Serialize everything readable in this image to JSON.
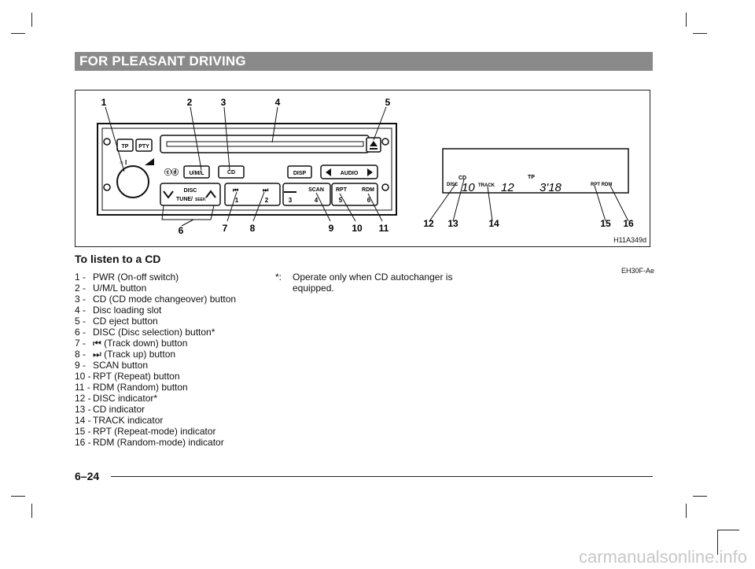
{
  "header": {
    "title": "FOR PLEASANT DRIVING"
  },
  "figure": {
    "code": "H11A349d",
    "callouts": [
      "1",
      "2",
      "3",
      "4",
      "5",
      "6",
      "7",
      "8",
      "9",
      "10",
      "11",
      "12",
      "13",
      "14",
      "15",
      "16"
    ],
    "buttons": {
      "tp": "TP",
      "pty": "PTY",
      "uml": "U/M/L",
      "cd": "CD",
      "disp": "DISP",
      "audio": "AUDIO",
      "disc": "DISC",
      "tune": "TUNE/",
      "seek": "SEEK",
      "scan": "SCAN",
      "rpt": "RPT",
      "rdm": "RDM",
      "p1": "1",
      "p2": "2",
      "p3": "3",
      "p4": "4",
      "p5": "5",
      "p6": "6"
    },
    "display": {
      "cd": "CD",
      "disc": "DISC",
      "disc_value": "10",
      "track": "TRACK",
      "track_value": "12",
      "tp": "TP",
      "time": "3'18",
      "rpt_rdm": "RPT RDM"
    }
  },
  "section": {
    "title": "To listen to a CD",
    "code": "EH30F-Ae"
  },
  "items": [
    {
      "num": "1 -",
      "text": "PWR (On-off switch)"
    },
    {
      "num": "2 -",
      "text": "U/M/L button"
    },
    {
      "num": "3 -",
      "text": "CD (CD mode changeover) button"
    },
    {
      "num": "4 -",
      "text": "Disc loading slot"
    },
    {
      "num": "5 -",
      "text": "CD eject button"
    },
    {
      "num": "6 -",
      "text": "DISC (Disc selection) button*"
    },
    {
      "num": "7 -",
      "text": "⏮ (Track down) button"
    },
    {
      "num": "8 -",
      "text": "⏭ (Track up) button"
    },
    {
      "num": "9 -",
      "text": "SCAN button"
    },
    {
      "num": "10 -",
      "text": "RPT (Repeat) button"
    },
    {
      "num": "11 -",
      "text": "RDM (Random) button"
    },
    {
      "num": "12 -",
      "text": "DISC indicator*"
    },
    {
      "num": "13 -",
      "text": "CD indicator"
    },
    {
      "num": "14 -",
      "text": "TRACK indicator"
    },
    {
      "num": "15 -",
      "text": "RPT (Repeat-mode) indicator"
    },
    {
      "num": "16 -",
      "text": "RDM (Random-mode) indicator"
    }
  ],
  "note": {
    "mark": "*:",
    "text": "Operate only when CD autochanger is equipped."
  },
  "page_number": "6–24",
  "watermark": "carmanualsonline.info"
}
